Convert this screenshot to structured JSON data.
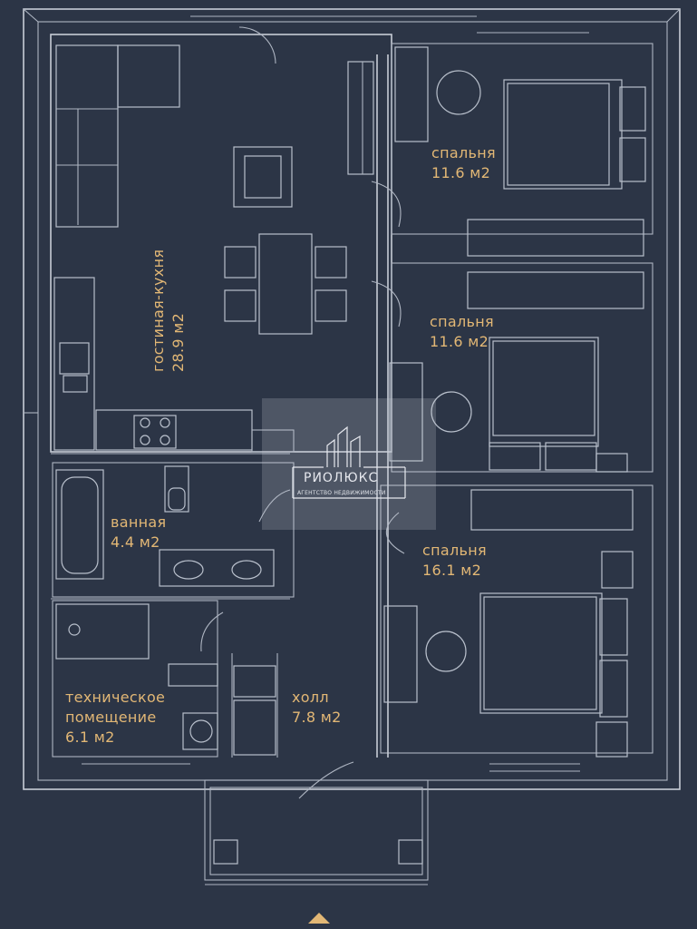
{
  "rooms": {
    "living_kitchen": {
      "name": "гостиная-кухня",
      "area": "28.9 м2"
    },
    "bedroom_1": {
      "name": "спальня",
      "area": "11.6 м2"
    },
    "bedroom_2": {
      "name": "спальня",
      "area": "11.6 м2"
    },
    "bedroom_3": {
      "name": "спальня",
      "area": "16.1 м2"
    },
    "bathroom": {
      "name": "ванная",
      "area": "4.4 м2"
    },
    "technical": {
      "name_line1": "техническое",
      "name_line2": "помещение",
      "area": "6.1 м2"
    },
    "hall": {
      "name": "холл",
      "area": "7.8 м2"
    }
  },
  "watermark": {
    "brand": "РИОЛЮКС",
    "subtitle": "АГЕНТСТВО НЕДВИЖИМОСТИ"
  },
  "colors": {
    "background": "#2c3546",
    "lines": "#c7ccd6",
    "labels": "#e2b775"
  }
}
